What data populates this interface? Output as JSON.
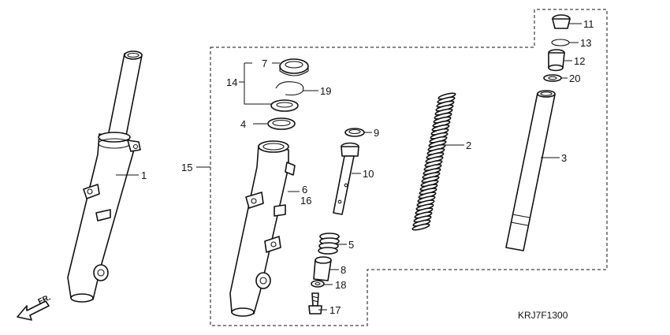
{
  "diagram": {
    "code": "KRJ7F1300",
    "direction_label": "FR.",
    "callouts": {
      "c1": "1",
      "c2": "2",
      "c3": "3",
      "c4": "4",
      "c5": "5",
      "c6": "6",
      "c7": "7",
      "c8": "8",
      "c9": "9",
      "c10": "10",
      "c11": "11",
      "c12": "12",
      "c13": "13",
      "c14": "14",
      "c15": "15",
      "c16": "16",
      "c17": "17",
      "c18": "18",
      "c19": "19",
      "c20": "20"
    }
  }
}
